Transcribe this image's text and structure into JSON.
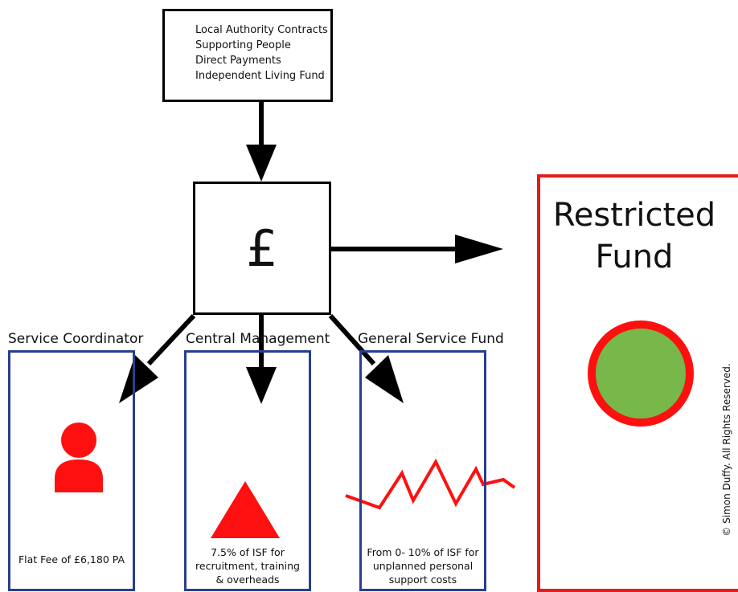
{
  "sources": {
    "items": [
      "Local Authority Contracts",
      "Supporting People",
      "Direct Payments",
      "Independent Living Fund"
    ]
  },
  "hub": {
    "symbol": "£"
  },
  "restricted_fund": {
    "title_line1": "Restricted",
    "title_line2": "Fund"
  },
  "columns": [
    {
      "title": "Service Coordinator",
      "icon": "person-icon",
      "lines": [
        "Flat Fee of £6,180 PA"
      ]
    },
    {
      "title": "Central Management",
      "icon": "triangle-icon",
      "lines": [
        "7.5% of ISF for",
        "recruitment, training",
        "& overheads"
      ]
    },
    {
      "title": "General Service Fund",
      "icon": "zigzag-line-icon",
      "lines": [
        "From 0- 10% of ISF for",
        "unplanned personal",
        "support costs"
      ]
    }
  ],
  "copyright": "© Simon Duffy. All Rights Reserved.",
  "colors": {
    "red": "#ff1010",
    "green": "#78b74a",
    "blue_border": "#2a3e8f",
    "black": "#000000"
  }
}
